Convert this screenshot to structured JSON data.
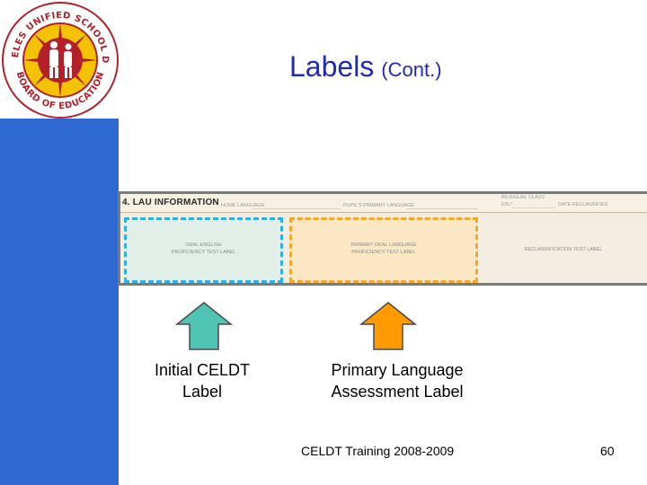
{
  "logo": {
    "text_top": "LOS ANGELES UNIFIED SCHOOL DISTRICT",
    "text_bottom": "BOARD OF EDUCATION"
  },
  "title": {
    "main": "Labels",
    "sub": "(Cont.)"
  },
  "form": {
    "section_title": "4. LAU INFORMATION",
    "home_language": "HOME LANGUAGE",
    "primary_language": "PUPIL'S PRIMARY LANGUAGE",
    "bilingual_class": "BILINGUAL CLASS",
    "esl": "ESL*",
    "date_reclassified": "DATE RECLASSIFIED",
    "oral_english_label": "ORAL ENGLISH\nPROFICIENCY TEST LABEL",
    "primary_oral_label": "PRIMARY ORAL LANGUAGE\nPROFICIENCY TEST LABEL",
    "reclassification_label": "RECLASSIFICATION TEST LABEL"
  },
  "captions": {
    "celdt": "Initial CELDT\nLabel",
    "primary": "Primary Language\nAssessment Label"
  },
  "footer": {
    "text": "CELDT Training 2008-2009",
    "page": "60"
  },
  "colors": {
    "title": "#1f2bb8",
    "sidebar": "#2f6ad3",
    "arrow_teal": "#4fc4b4",
    "arrow_orange": "#ff9a00",
    "oral_box_border": "#33aee2",
    "primary_box_border": "#f0a830"
  }
}
